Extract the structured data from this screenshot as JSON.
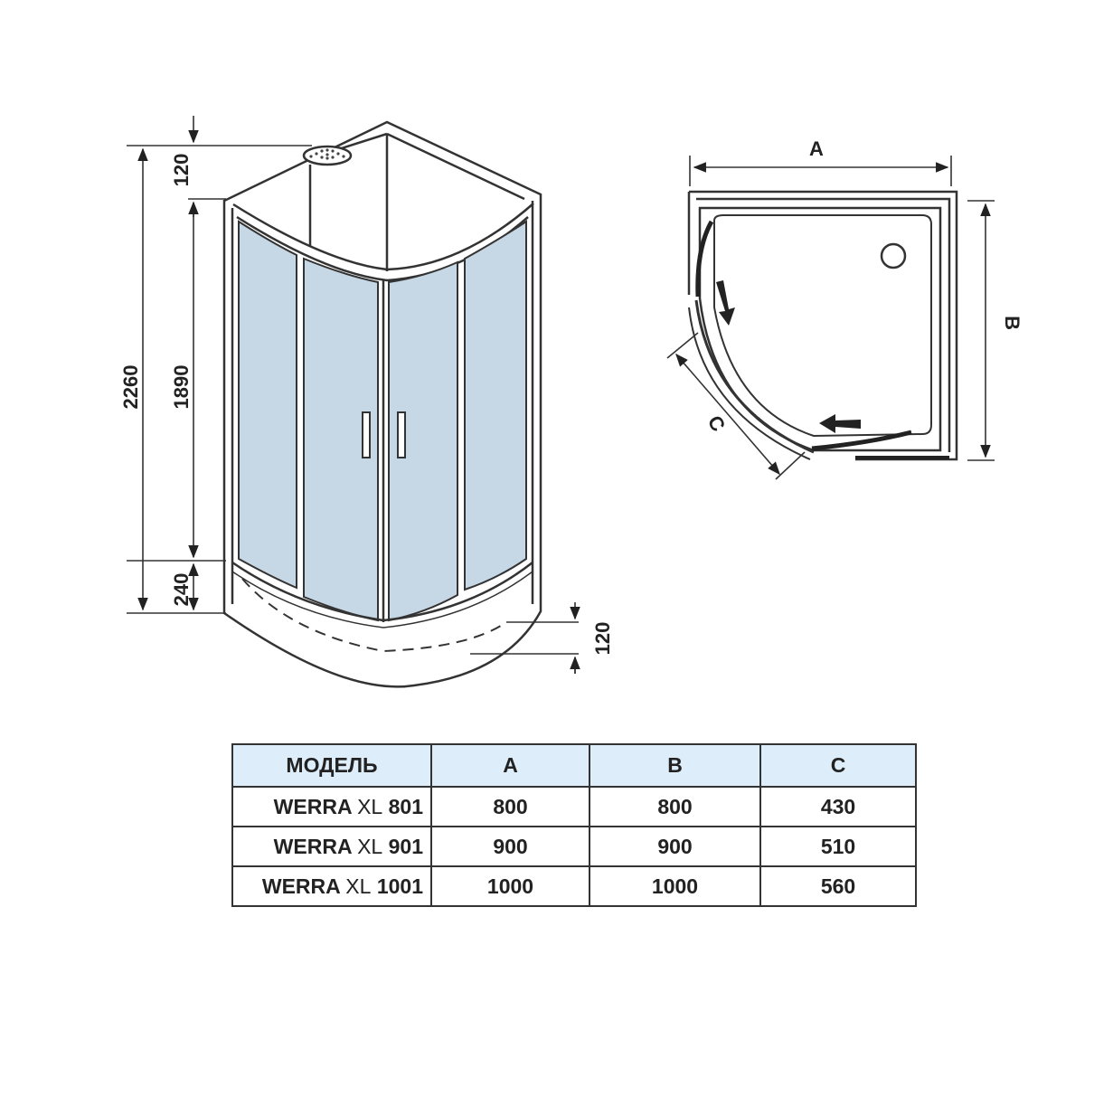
{
  "front_view": {
    "dim_total": "2260",
    "dim_top": "120",
    "dim_middle": "1890",
    "dim_bottom": "240",
    "dim_tray": "120"
  },
  "top_view": {
    "label_a": "A",
    "label_b": "B",
    "label_c": "C"
  },
  "colors": {
    "glass": "#c6d8e6",
    "header_bg": "#ddeefa",
    "line": "#333333"
  },
  "table": {
    "headers": [
      "МОДЕЛЬ",
      "A",
      "B",
      "C"
    ],
    "rows": [
      {
        "brand": "WERRA",
        "series": "XL",
        "num": "801",
        "a": "800",
        "b": "800",
        "c": "430"
      },
      {
        "brand": "WERRA",
        "series": "XL",
        "num": "901",
        "a": "900",
        "b": "900",
        "c": "510"
      },
      {
        "brand": "WERRA",
        "series": "XL",
        "num": "1001",
        "a": "1000",
        "b": "1000",
        "c": "560"
      }
    ]
  }
}
